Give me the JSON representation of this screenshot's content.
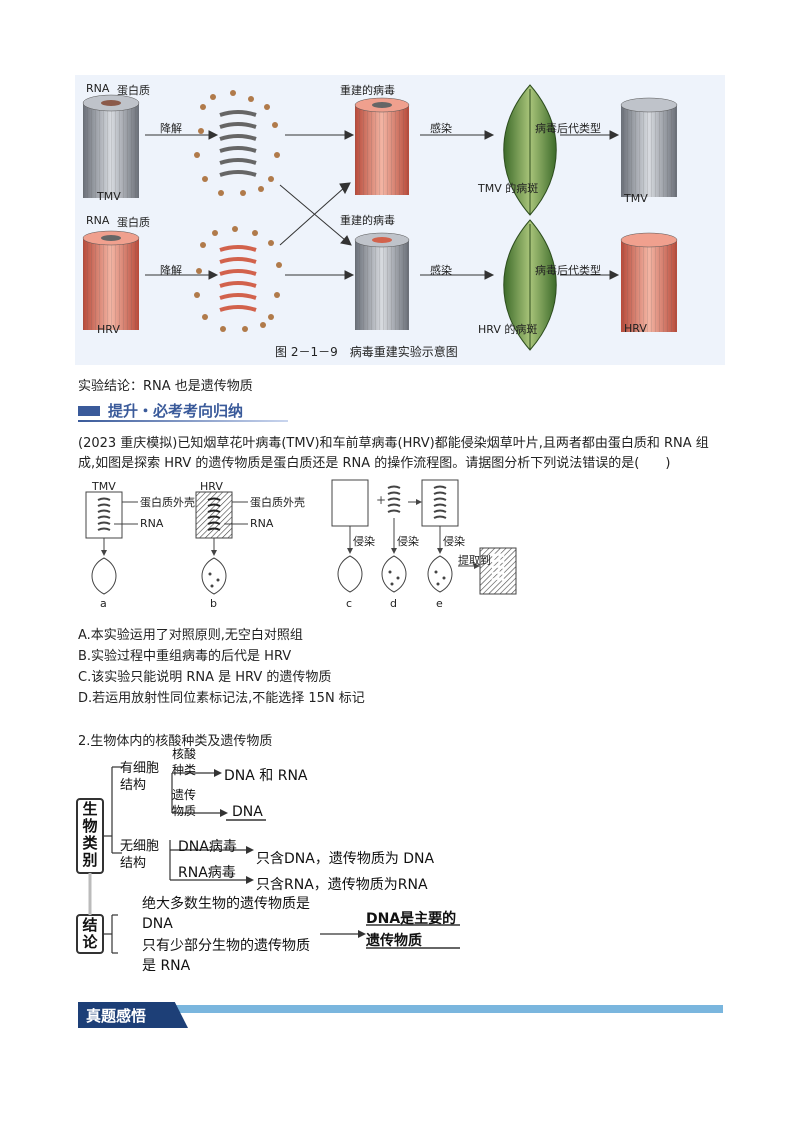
{
  "figure1": {
    "rna_label_top": "RNA",
    "protein_label_top": "蛋白质",
    "rna_label_bottom": "RNA",
    "protein_label_bottom": "蛋白质",
    "tmv": "TMV",
    "hrv": "HRV",
    "degrade_top": "降解",
    "degrade_bottom": "降解",
    "rebuilt_top": "重建的病毒",
    "rebuilt_bottom": "重建的病毒",
    "infect_top": "感染",
    "infect_bottom": "感染",
    "tmv_lesion": "TMV 的病斑",
    "hrv_lesion": "HRV 的病斑",
    "progeny_top": "病毒后代类型",
    "progeny_bottom": "病毒后代类型",
    "result_top": "TMV",
    "result_bottom": "HRV",
    "caption": "图 2－1－9　病毒重建实验示意图"
  },
  "conclusion": "实验结论：RNA 也是遗传物质",
  "section1_title": "提升・必考考向归纳",
  "question": "(2023 重庆模拟)已知烟草花叶病毒(TMV)和车前草病毒(HRV)都能侵染烟草叶片,且两者都由蛋白质和 RNA 组成,如图是探索 HRV 的遗传物质是蛋白质还是 RNA 的操作流程图。请据图分析下列说法错误的是(　　)",
  "figure2": {
    "tmv": "TMV",
    "hrv": "HRV",
    "shell1": "蛋白质外壳",
    "rna1": "RNA",
    "shell2": "蛋白质外壳",
    "rna2": "RNA",
    "infect1": "侵染",
    "infect2": "侵染",
    "infect3": "侵染",
    "extract": "提取到",
    "a": "a",
    "b": "b",
    "c": "c",
    "d": "d",
    "e": "e"
  },
  "options": [
    "A.本实验运用了对照原则,无空白对照组",
    "B.实验过程中重组病毒的后代是 HRV",
    "C.该实验只能说明 RNA 是 HRV 的遗传物质",
    "D.若运用放射性同位素标记法,不能选择 15N 标记"
  ],
  "subheading": "2.生物体内的核酸种类及遗传物质",
  "concept_map": {
    "box1": "生物类别",
    "box2": "结论",
    "cellular": "有细胞结构",
    "nucleic_types": "核酸种类",
    "dna_rna": "DNA 和 RNA",
    "genetic_material": "遗传物质",
    "dna": "DNA",
    "acellular": "无细胞结构",
    "dna_virus": "DNA病毒",
    "rna_virus": "RNA病毒",
    "only_dna": "只含DNA，遗传物质为 DNA",
    "only_rna": "只含RNA，遗传物质为RNA",
    "most": "绝大多数生物的遗传物质是 DNA",
    "few": "只有少部分生物的遗传物质是 RNA",
    "main": "DNA是主要的遗传物质"
  },
  "section2_title": "真题感悟"
}
